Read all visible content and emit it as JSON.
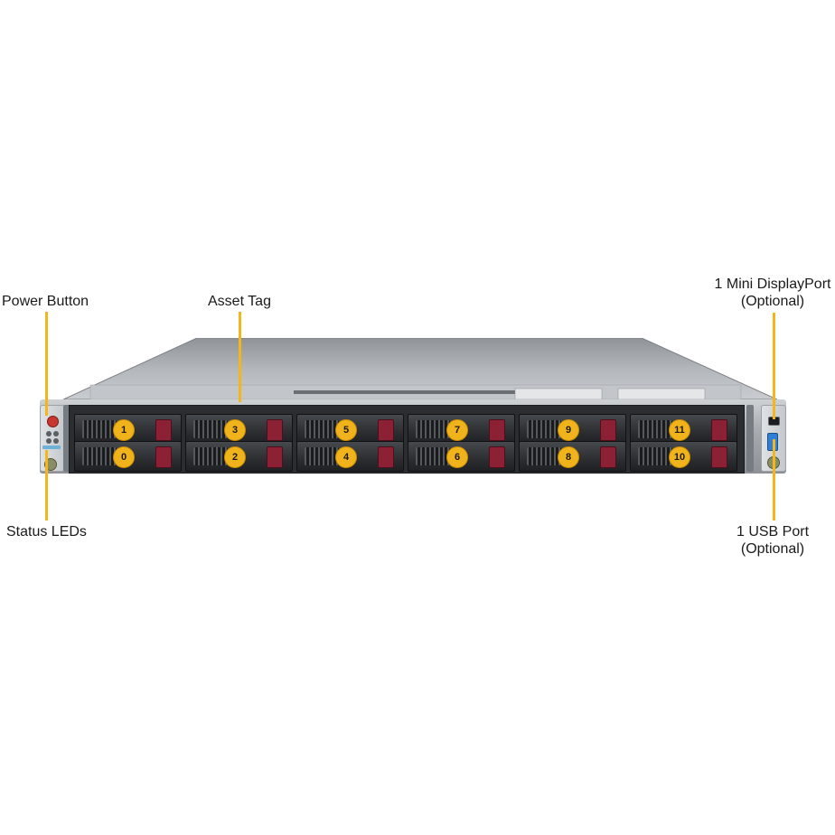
{
  "callouts": {
    "power_button": "Power Button",
    "asset_tag": "Asset Tag",
    "status_leds": "Status LEDs",
    "mini_displayport_line1": "1 Mini DisplayPort",
    "mini_displayport_line2": "(Optional)",
    "usb_port_line1": "1 USB Port",
    "usb_port_line2": "(Optional)"
  },
  "drive_bays": {
    "top_row": [
      "1",
      "3",
      "5",
      "7",
      "9",
      "11"
    ],
    "bottom_row": [
      "0",
      "2",
      "4",
      "6",
      "8",
      "10"
    ]
  },
  "colors": {
    "callout_line": "#f3b61b",
    "bay_number_badge": "#f1b31c",
    "drive_latch": "#8c2135"
  }
}
